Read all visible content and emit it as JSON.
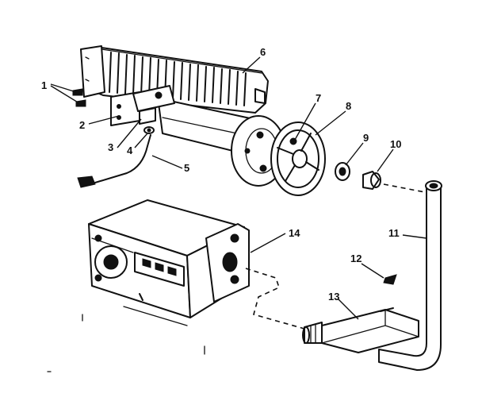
{
  "diagram": {
    "ink_color": "#111111",
    "background": "#ffffff",
    "callouts": [
      {
        "id": "1",
        "text": "1",
        "part": "screws"
      },
      {
        "id": "2",
        "text": "2",
        "part": "bracket"
      },
      {
        "id": "3",
        "text": "3",
        "part": "ignitor-bracket"
      },
      {
        "id": "4",
        "text": "4",
        "part": "pilot-orifice"
      },
      {
        "id": "5",
        "text": "5",
        "part": "thermocouple"
      },
      {
        "id": "6",
        "text": "6",
        "part": "burner"
      },
      {
        "id": "7",
        "text": "7",
        "part": "shutter-screw"
      },
      {
        "id": "8",
        "text": "8",
        "part": "air-shutter"
      },
      {
        "id": "9",
        "text": "9",
        "part": "nut"
      },
      {
        "id": "10",
        "text": "10",
        "part": "orifice"
      },
      {
        "id": "11",
        "text": "11",
        "part": "manifold-pipe"
      },
      {
        "id": "12",
        "text": "12",
        "part": "wire-nut"
      },
      {
        "id": "13",
        "text": "13",
        "part": "pipe-nipple"
      },
      {
        "id": "14",
        "text": "14",
        "part": "gas-valve"
      }
    ]
  }
}
